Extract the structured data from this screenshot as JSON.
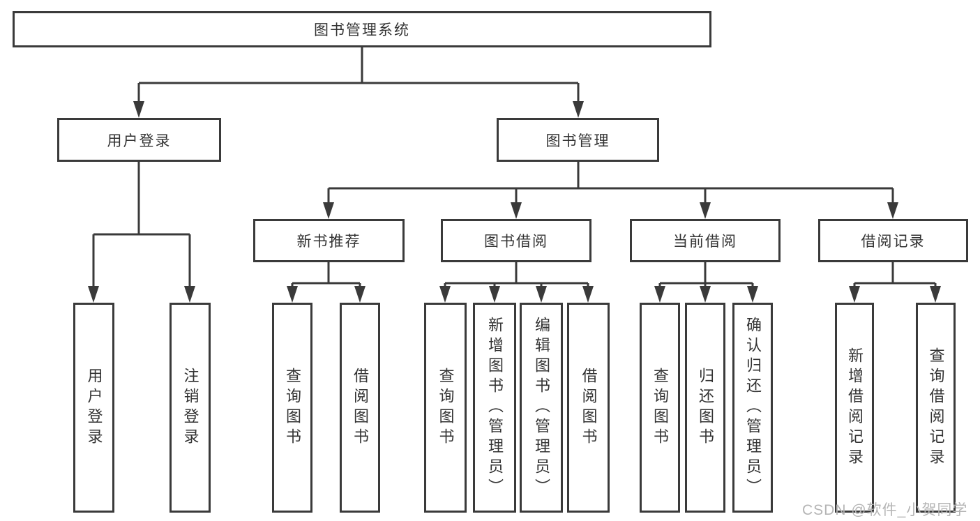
{
  "tree": {
    "root": {
      "label": "图书管理系统",
      "children": [
        {
          "label": "用户登录",
          "children": [
            {
              "label": "用户登录"
            },
            {
              "label": "注销登录"
            }
          ]
        },
        {
          "label": "图书管理",
          "children": [
            {
              "label": "新书推荐",
              "children": [
                {
                  "label": "查询图书"
                },
                {
                  "label": "借阅图书"
                }
              ]
            },
            {
              "label": "图书借阅",
              "children": [
                {
                  "label": "查询图书"
                },
                {
                  "label": "新增图书（管理员）"
                },
                {
                  "label": "编辑图书（管理员）"
                },
                {
                  "label": "借阅图书"
                }
              ]
            },
            {
              "label": "当前借阅",
              "children": [
                {
                  "label": "查询图书"
                },
                {
                  "label": "归还图书"
                },
                {
                  "label": "确认归还（管理员）"
                }
              ]
            },
            {
              "label": "借阅记录",
              "children": [
                {
                  "label": "新增借阅记录"
                },
                {
                  "label": "查询借阅记录"
                }
              ]
            }
          ]
        }
      ]
    }
  },
  "watermark": {
    "text": "CSDN @软件_小贺同学"
  },
  "colors": {
    "line": "#3a3a3a",
    "text": "#333333",
    "watermark": "#b5b5b5",
    "box_bg": "#ffffff",
    "background": "#ffffff"
  }
}
